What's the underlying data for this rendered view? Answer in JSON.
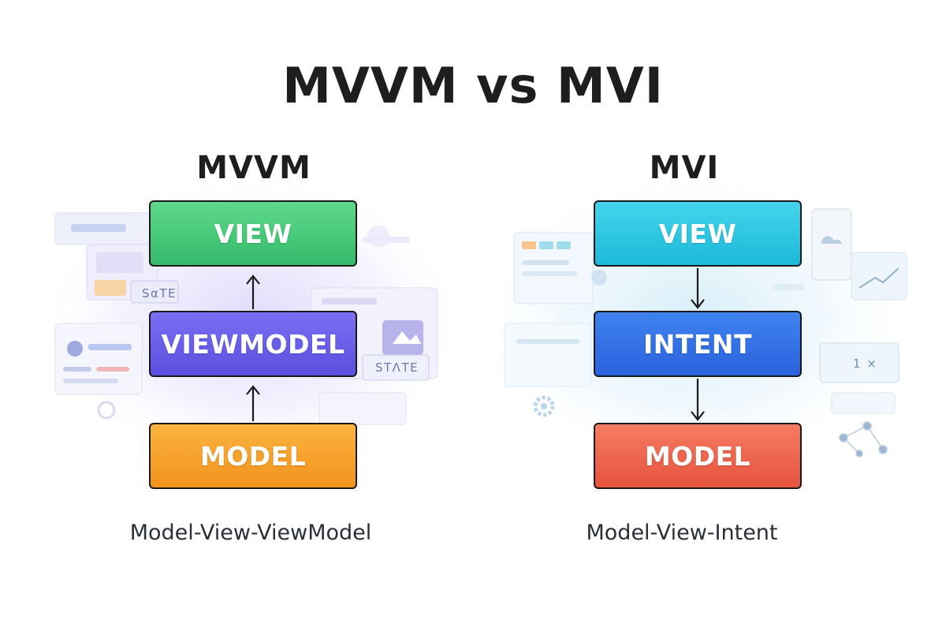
{
  "title": "MVVM vs MVI",
  "colors": {
    "mvvm_view": "#3fc774",
    "mvvm_viewmodel": "#6559e8",
    "mvvm_model": "#f5a12a",
    "mvi_view": "#2cc6e2",
    "mvi_intent": "#3370e6",
    "mvi_model": "#ec644b"
  },
  "mvvm": {
    "heading": "MVVM",
    "boxes": {
      "view": "VIEW",
      "viewmodel": "VIEWMODEL",
      "model": "MODEL"
    },
    "tags": {
      "state_a": "SαTE",
      "state_b": "STΛTE"
    },
    "subtitle": "Model-View-ViewModel"
  },
  "mvi": {
    "heading": "MVI",
    "boxes": {
      "view": "VIEW",
      "intent": "INTENT",
      "model": "MODEL"
    },
    "tags": {
      "counter": "1  ×"
    },
    "subtitle": "Model-View-Intent"
  }
}
